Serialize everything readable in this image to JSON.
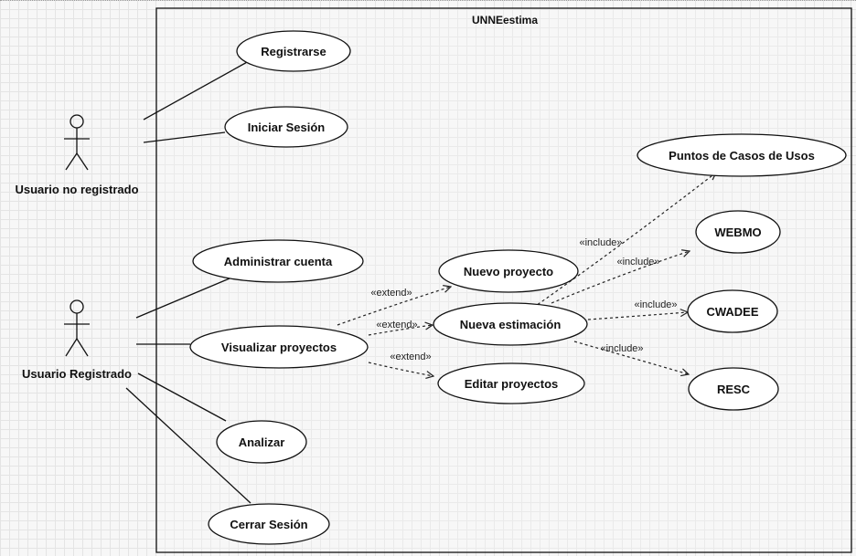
{
  "system": {
    "name": "UNNEestima"
  },
  "actors": {
    "no_registrado": "Usuario no registrado",
    "registrado": "Usuario Registrado"
  },
  "use_cases": {
    "registrarse": "Registrarse",
    "iniciar_sesion": "Iniciar Sesión",
    "puntos_casos_usos": "Puntos de Casos de Usos",
    "webmo": "WEBMO",
    "administrar_cuenta": "Administrar cuenta",
    "nuevo_proyecto": "Nuevo proyecto",
    "cwadee": "CWADEE",
    "nueva_estimacion": "Nueva estimación",
    "visualizar_proyectos": "Visualizar proyectos",
    "resc": "RESC",
    "editar_proyectos": "Editar proyectos",
    "analizar": "Analizar",
    "cerrar_sesion": "Cerrar Sesión"
  },
  "stereotypes": {
    "extend": "«extend»",
    "include": "«include»"
  }
}
